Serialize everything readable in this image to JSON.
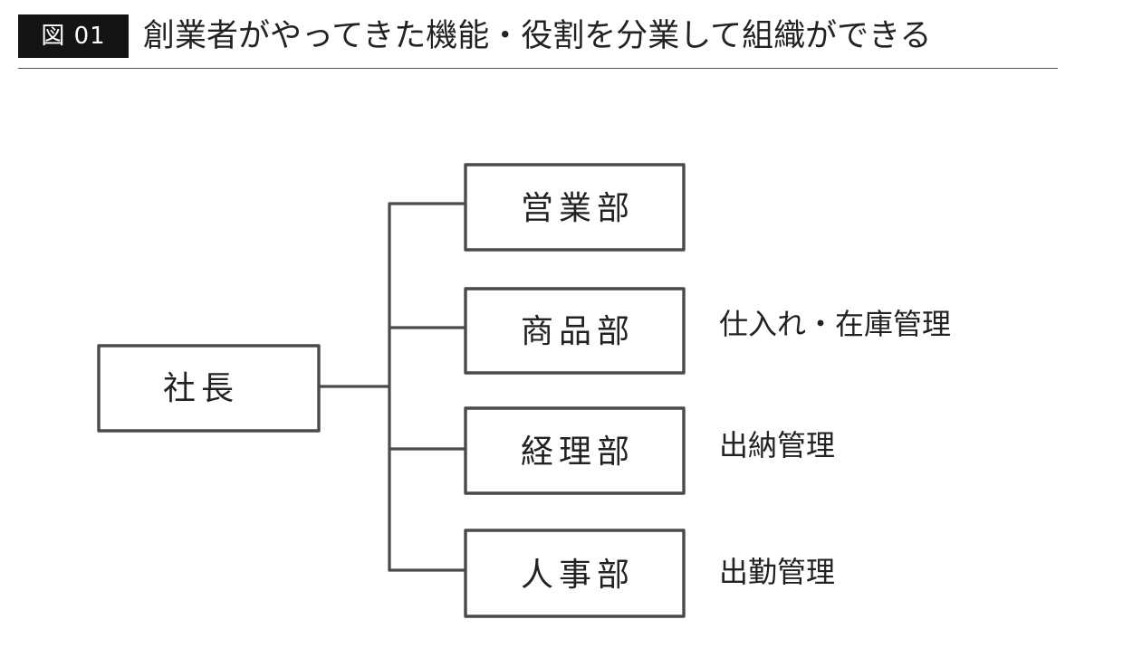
{
  "figure": {
    "badge": "図 01",
    "title": "創業者がやってきた機能・役割を分業して組織ができる"
  },
  "colors": {
    "stroke": "#4a4a4a",
    "text": "#222222",
    "badge_bg": "#141414"
  },
  "org": {
    "root": {
      "label": "社長"
    },
    "departments": [
      {
        "label": "営業部",
        "note": ""
      },
      {
        "label": "商品部",
        "note": "仕入れ・在庫管理"
      },
      {
        "label": "経理部",
        "note": "出納管理"
      },
      {
        "label": "人事部",
        "note": "出勤管理"
      }
    ]
  }
}
